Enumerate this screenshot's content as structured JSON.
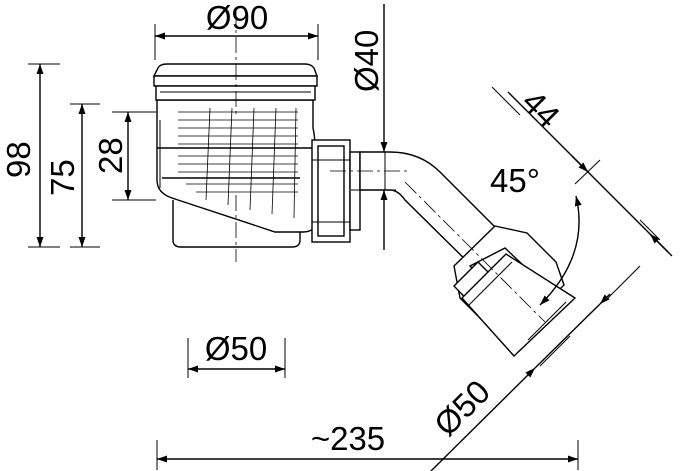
{
  "dimensions": {
    "top_diameter": "Ø90",
    "outlet_diameter": "Ø40",
    "bottom_diameter": "Ø50",
    "elbow_diameter": "Ø50",
    "height_total": "98",
    "height_mid": "75",
    "height_small": "28",
    "offset": "44",
    "angle": "45°",
    "length": "~235"
  }
}
